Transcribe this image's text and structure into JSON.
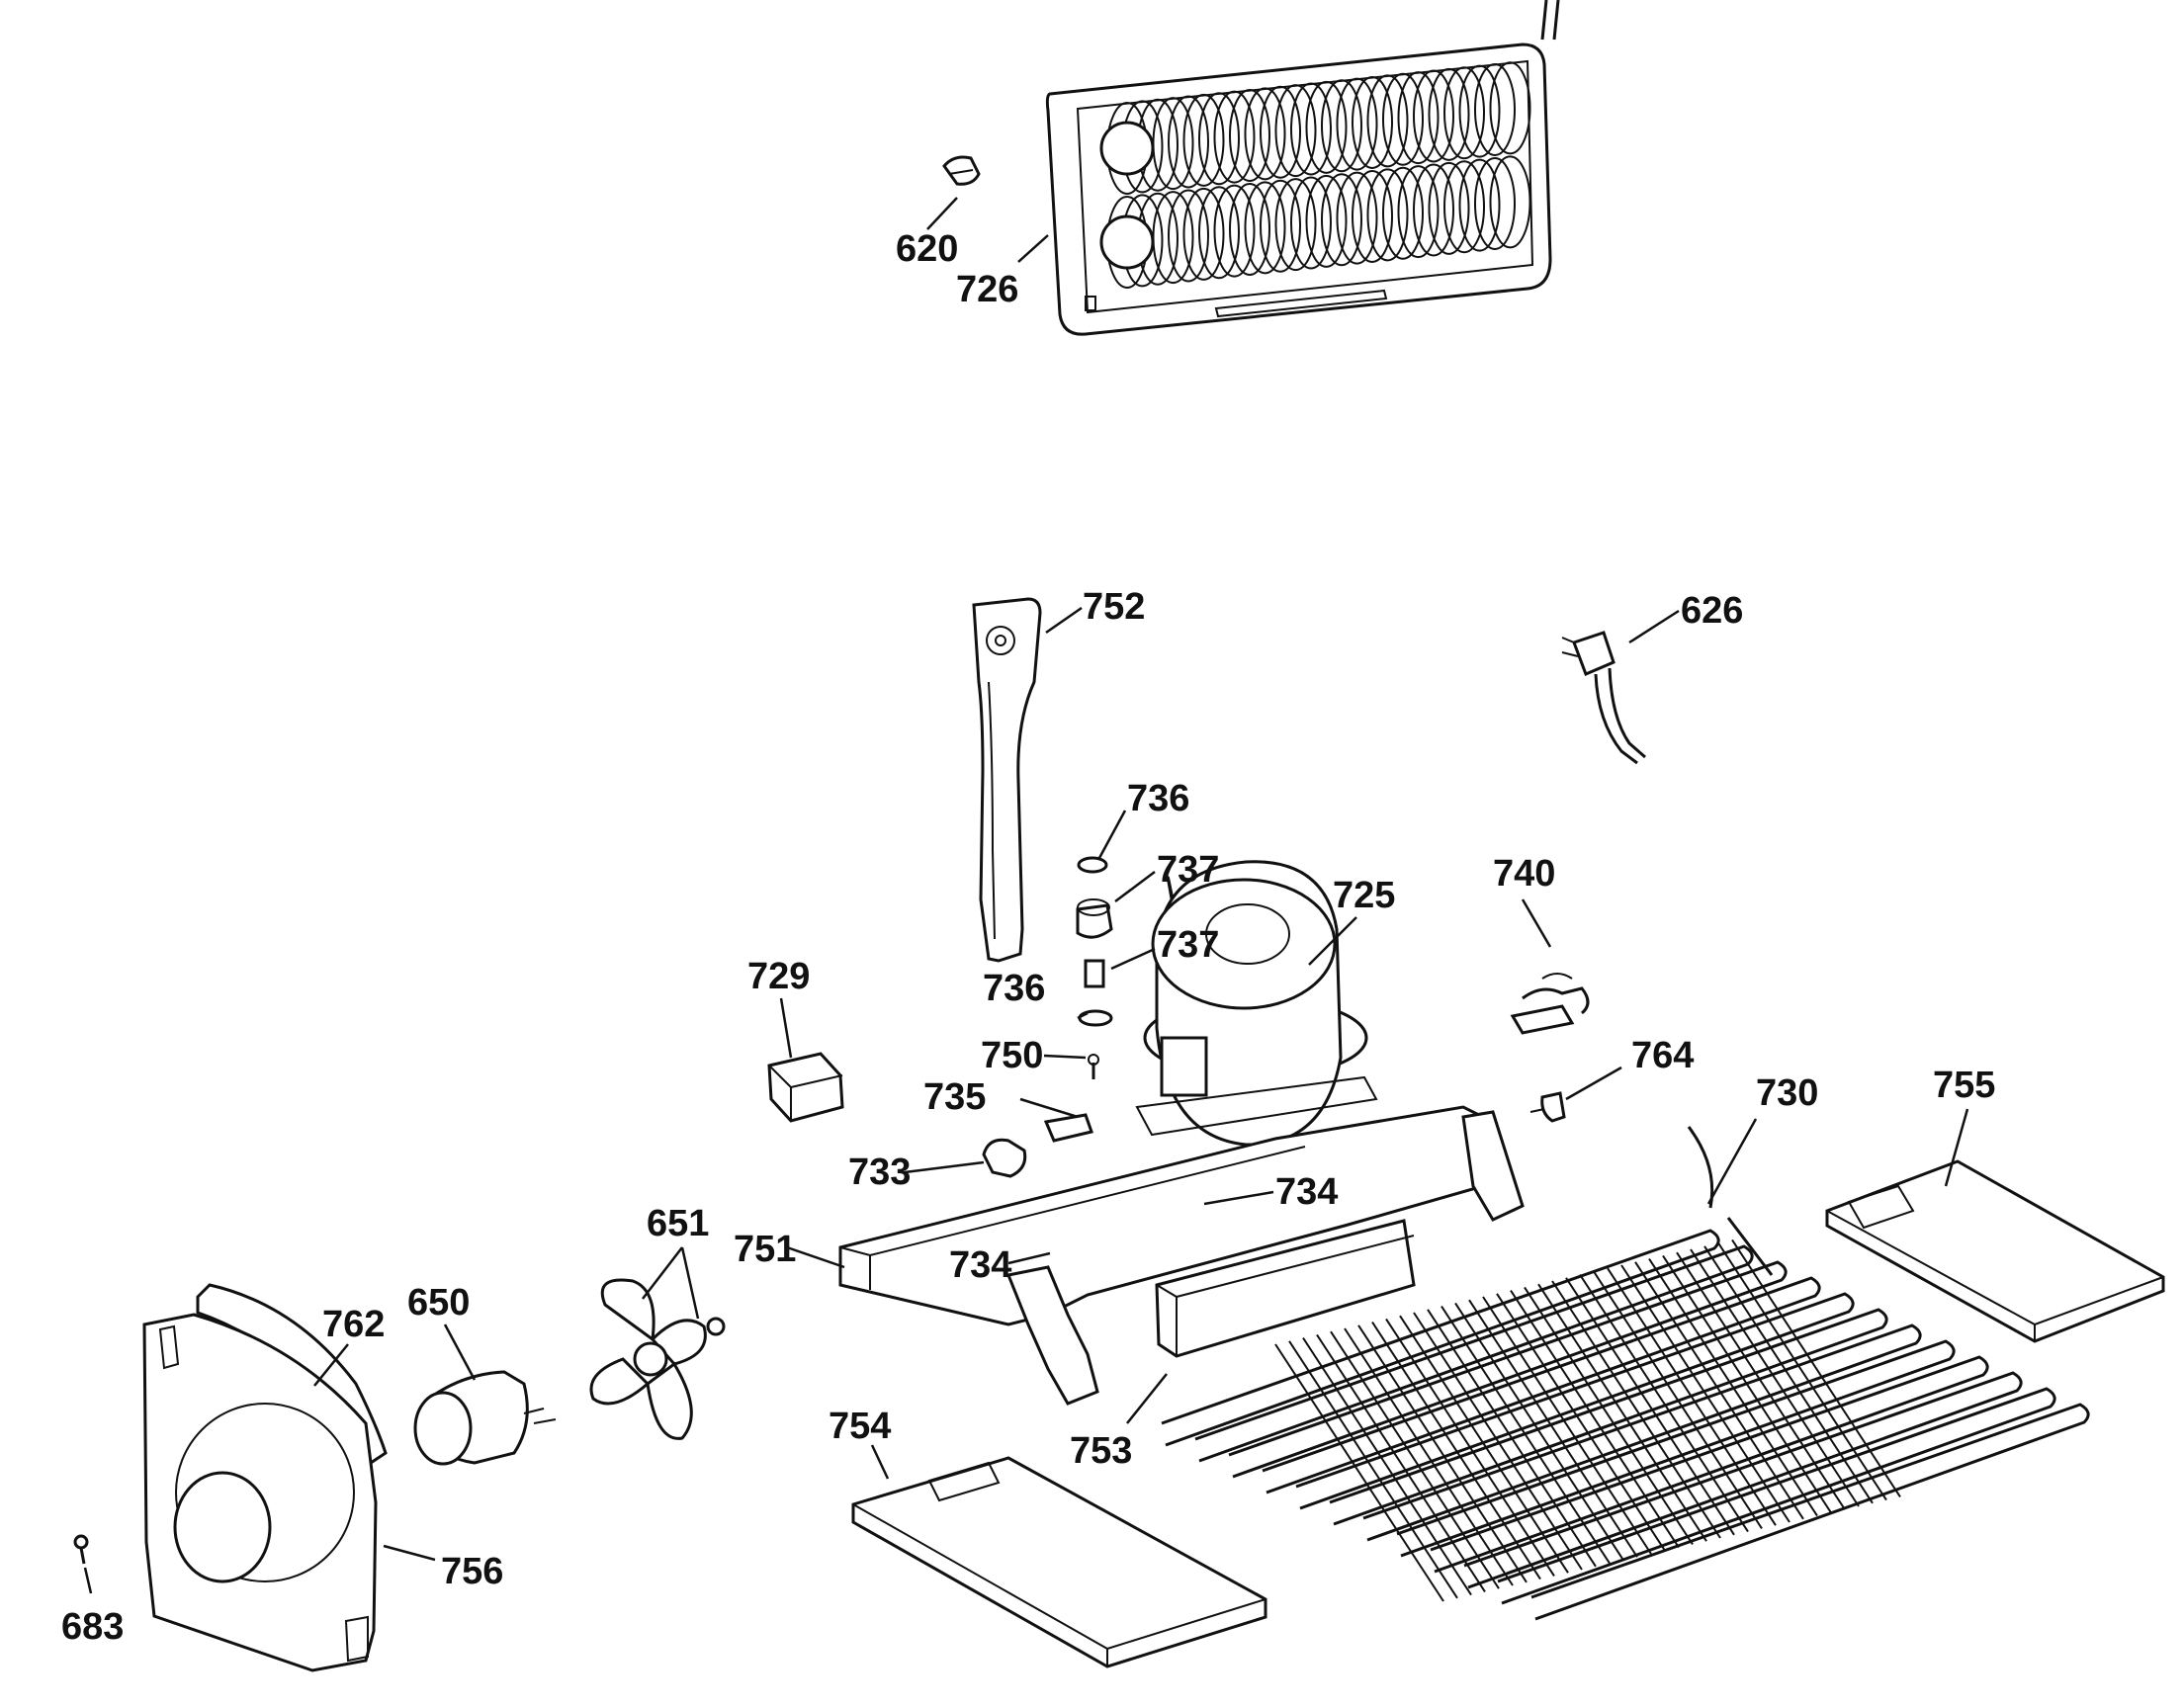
{
  "labels": {
    "p620": "620",
    "p726": "726",
    "p752": "752",
    "p626": "626",
    "p736a": "736",
    "p737a": "737",
    "p737b": "737",
    "p736b": "736",
    "p725": "725",
    "p740": "740",
    "p729": "729",
    "p750": "750",
    "p735": "735",
    "p764": "764",
    "p730": "730",
    "p755": "755",
    "p733": "733",
    "p734a": "734",
    "p734b": "734",
    "p751": "751",
    "p651": "651",
    "p762": "762",
    "p650": "650",
    "p754": "754",
    "p753": "753",
    "p756": "756",
    "p683": "683"
  }
}
